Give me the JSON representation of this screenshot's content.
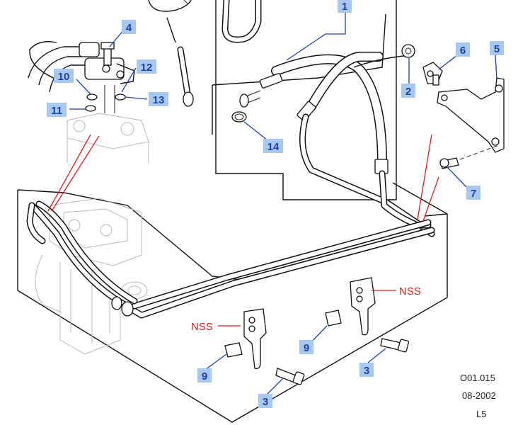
{
  "callouts": {
    "c1": "1",
    "c2": "2",
    "c3a": "3",
    "c3b": "3",
    "c4": "4",
    "c5": "5",
    "c6": "6",
    "c7": "7",
    "c9a": "9",
    "c9b": "9",
    "c10": "10",
    "c11": "11",
    "c12": "12",
    "c13": "13",
    "c14": "14"
  },
  "labels": {
    "nss_a": "NSS",
    "nss_b": "NSS"
  },
  "reference": {
    "code": "O01.015",
    "date": "08-2002",
    "series": "L5"
  },
  "colors": {
    "callout_fill": "#a9c8f0",
    "callout_text": "#1e3fa8",
    "leader_red": "#e01b1b"
  }
}
